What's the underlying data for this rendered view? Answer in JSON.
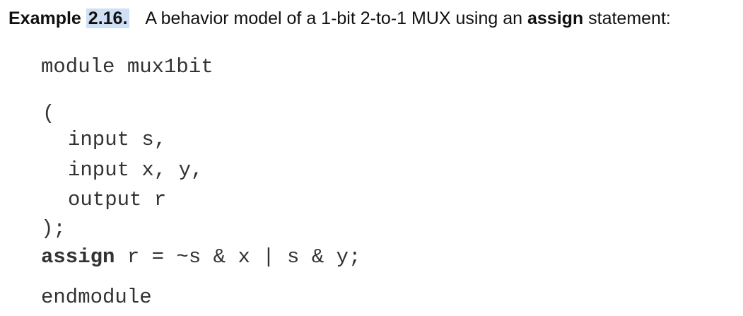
{
  "caption": {
    "label": "Example",
    "number": "2.16.",
    "text_before": "A behavior model of a 1-bit 2-to-1 MUX using an ",
    "keyword": "assign",
    "text_after": " statement:"
  },
  "code": {
    "module_line": "module mux1bit",
    "open_paren": "(",
    "input_s": "input s,",
    "input_xy": "input x, y,",
    "output_r": "output r",
    "close_paren": ");",
    "assign_keyword": "assign",
    "assign_expr": " r = ~s & x | s & y;",
    "end_line": "endmodule"
  }
}
